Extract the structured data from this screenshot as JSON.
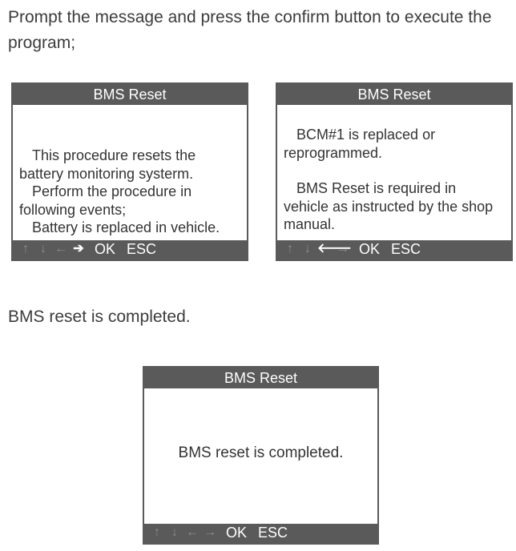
{
  "intro_text": "Prompt the message and press the confirm button to execute the program;",
  "completed_caption": "BMS reset is completed.",
  "screens": [
    {
      "title": "BMS Reset",
      "lines": [
        "This procedure resets the",
        "battery monitoring systerm.",
        "Perform the procedure in",
        "following events;",
        "Battery is replaced in vehicle."
      ],
      "arrows": {
        "up": "↑",
        "down": "↓",
        "left": "←",
        "right": "➔"
      },
      "ok_label": "OK",
      "esc_label": "ESC"
    },
    {
      "title": "BMS Reset",
      "lines": [
        "BCM#1 is replaced or",
        "reprogrammed.",
        "",
        "BMS Reset is required in",
        "vehicle as instructed by the shop",
        "manual."
      ],
      "arrows": {
        "up": "↑",
        "down": "↓",
        "left": "🡐",
        "right": "→"
      },
      "ok_label": "OK",
      "esc_label": "ESC"
    },
    {
      "title": "BMS Reset",
      "lines": [
        "BMS reset is completed."
      ],
      "arrows": {
        "up": "↑",
        "down": "↓",
        "left": "←",
        "right": "→"
      },
      "ok_label": "OK",
      "esc_label": "ESC"
    }
  ],
  "colors": {
    "frame": "#5a5a5a",
    "dim_arrow": "#8c8c8c",
    "text": "#333333"
  }
}
